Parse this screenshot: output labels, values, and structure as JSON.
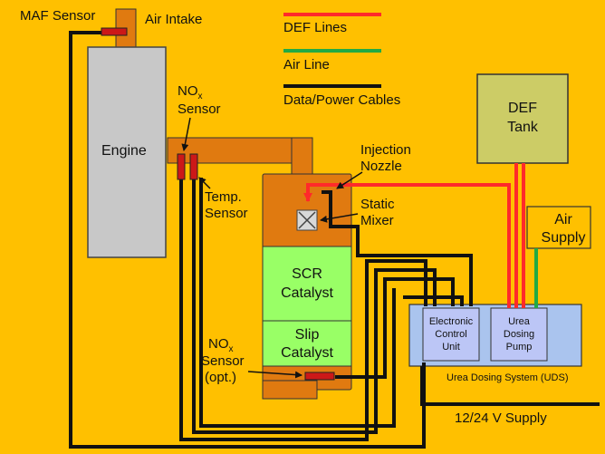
{
  "colors": {
    "background": "#FFC000",
    "exhaust_pipe": "#E07A10",
    "engine": "#C8C8C8",
    "catalyst": "#99FF66",
    "def_tank": "#CCCC66",
    "uds_box": "#AAC4EE",
    "ecu_box": "#BCC6F6",
    "def_line": "#FF2A2A",
    "air_line": "#22AA44",
    "cable": "#111111",
    "sensor": "#CC1818"
  },
  "legend": {
    "def_lines": "DEF Lines",
    "air_line": "Air Line",
    "cables": "Data/Power Cables"
  },
  "labels": {
    "maf_sensor": "MAF Sensor",
    "air_intake": "Air Intake",
    "nox_sensor_1_prefix": "NO",
    "nox_sensor_1_sub": "x",
    "nox_sensor_1_word": "Sensor",
    "engine": "Engine",
    "temp_sensor_1": "Temp.",
    "temp_sensor_2": "Sensor",
    "injection_1": "Injection",
    "injection_2": "Nozzle",
    "static_mixer_1": "Static",
    "static_mixer_2": "Mixer",
    "scr_1": "SCR",
    "scr_2": "Catalyst",
    "slip_1": "Slip",
    "slip_2": "Catalyst",
    "nox_sensor_2_prefix": "NO",
    "nox_sensor_2_sub": "x",
    "nox_sensor_2_word": "Sensor",
    "nox_sensor_2_opt": "(opt.)",
    "def_tank_1": "DEF",
    "def_tank_2": "Tank",
    "air_supply_1": "Air",
    "air_supply_2": "Supply",
    "ecu_1": "Electronic",
    "ecu_2": "Control",
    "ecu_3": "Unit",
    "pump_1": "Urea",
    "pump_2": "Dosing",
    "pump_3": "Pump",
    "uds": "Urea Dosing System (UDS)",
    "supply": "12/24 V Supply"
  },
  "icons": {
    "mixer": "static-mixer-x-icon",
    "arrow": "arrowhead-icon"
  }
}
